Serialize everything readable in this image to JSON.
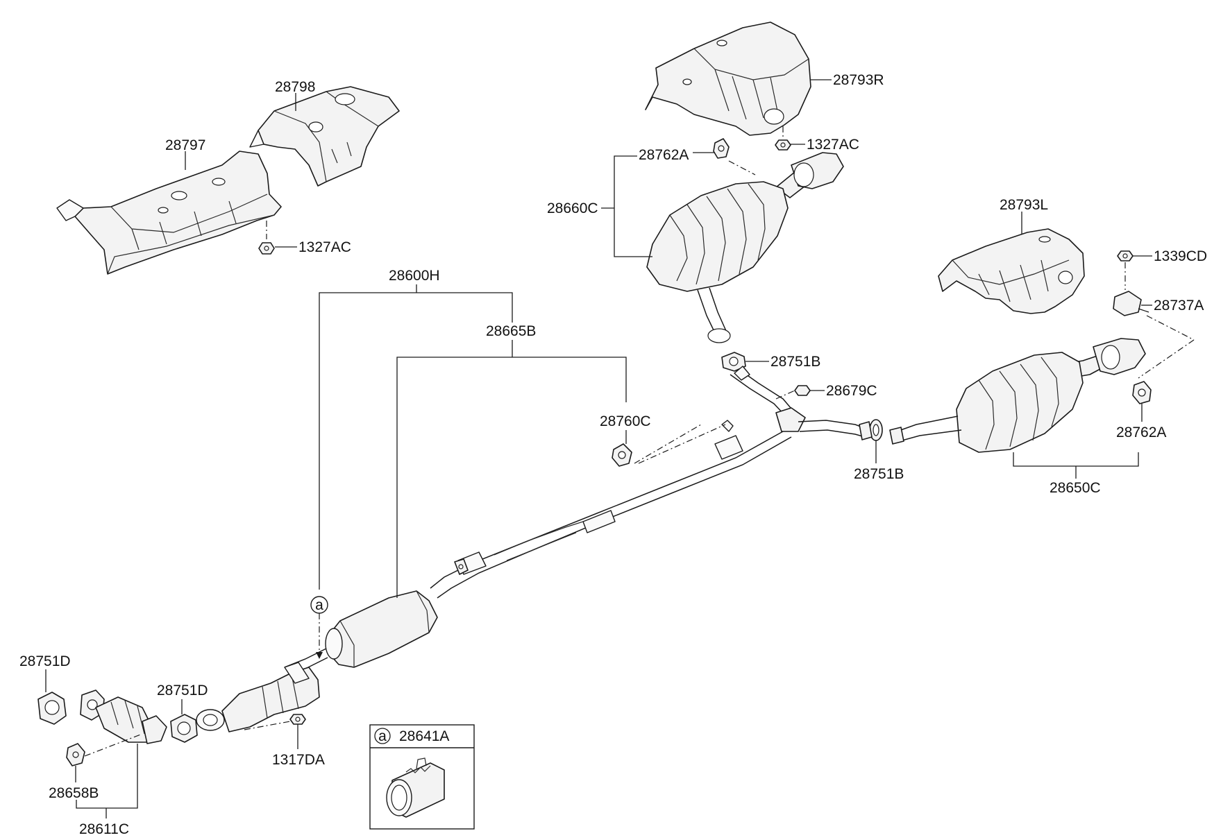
{
  "parts": {
    "p28798": "28798",
    "p28797": "28797",
    "p1327ac_left": "1327AC",
    "p28793r": "28793R",
    "p1327ac_right": "1327AC",
    "p28762a_top": "28762A",
    "p28660c": "28660C",
    "p28793l": "28793L",
    "p1339cd": "1339CD",
    "p28737a": "28737A",
    "p28600h": "28600H",
    "p28665b": "28665B",
    "p28751b_top": "28751B",
    "p28679c": "28679C",
    "p28760c": "28760C",
    "p28751b_bottom": "28751B",
    "p28762a_right": "28762A",
    "p28650c": "28650C",
    "p28751d_left": "28751D",
    "p28751d_mid": "28751D",
    "p1317da": "1317DA",
    "p28658b": "28658B",
    "p28611c": "28611C"
  },
  "callout": {
    "marker": "a"
  },
  "inset": {
    "marker": "a",
    "part": "28641A"
  },
  "colors": {
    "line": "#1a1a1a",
    "fill": "#f3f3f3",
    "background": "#ffffff"
  }
}
